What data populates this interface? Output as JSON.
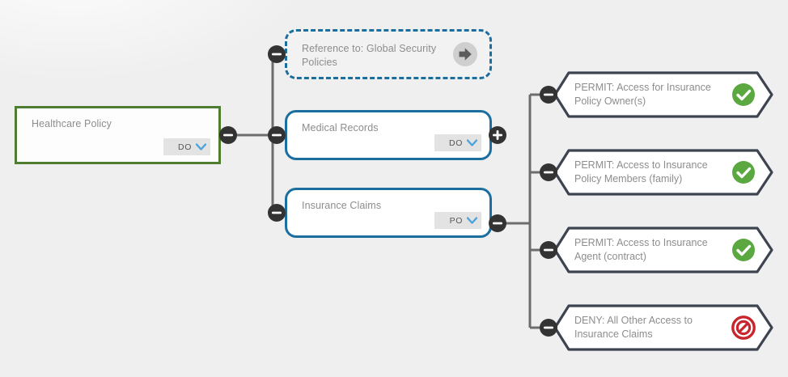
{
  "diagram": {
    "type": "policy-tree",
    "background_color": "#efefef",
    "colors": {
      "root_border": "#4e7c31",
      "node_border": "#1a6f9e",
      "hex_border": "#3d4450",
      "permit_badge": "#5aa83f",
      "deny_badge": "#c9252d",
      "wire": "#6d6d6d",
      "knob": "#333333",
      "text": "#8d8d8d"
    },
    "root": {
      "label": "Healthcare Policy",
      "dropdown_value": "DO",
      "shape": "rectangle",
      "collapse_state": "minus"
    },
    "children": [
      {
        "label": "Reference to: Global  Security\nPolicies",
        "shape": "dashed-rounded",
        "icon": "arrow-right-icon",
        "collapse_state": "minus"
      },
      {
        "label": "Medical Records",
        "shape": "rounded",
        "dropdown_value": "DO",
        "collapse_state": "minus",
        "expand_state": "plus"
      },
      {
        "label": "Insurance Claims",
        "shape": "rounded",
        "dropdown_value": "PO",
        "collapse_state": "minus",
        "right_state": "minus"
      }
    ],
    "rules": [
      {
        "label": "PERMIT: Access for Insurance\nPolicy Owner(s)",
        "effect": "permit",
        "badge_icon": "check-circle-icon",
        "collapse_state": "minus"
      },
      {
        "label": "PERMIT: Access to Insurance\nPolicy Members (family)",
        "effect": "permit",
        "badge_icon": "check-circle-icon",
        "collapse_state": "minus"
      },
      {
        "label": "PERMIT: Access to Insurance\nAgent (contract)",
        "effect": "permit",
        "badge_icon": "check-circle-icon",
        "collapse_state": "minus"
      },
      {
        "label": "DENY: All Other Access to\nInsurance Claims",
        "effect": "deny",
        "badge_icon": "no-entry-icon",
        "collapse_state": "minus"
      }
    ]
  }
}
